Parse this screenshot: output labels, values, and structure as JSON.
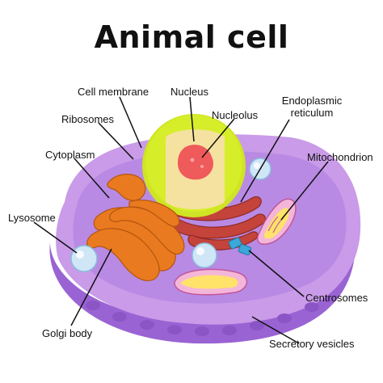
{
  "title": "Animal cell",
  "labels": {
    "cell_membrane": "Cell membrane",
    "nucleus": "Nucleus",
    "ribosomes": "Ribosomes",
    "nucleolus": "Nucleolus",
    "endoplasmic_reticulum": "Endoplasmic reticulum",
    "cytoplasm": "Cytoplasm",
    "mitochondrion": "Mitochondrion",
    "lysosome": "Lysosome",
    "centrosomes": "Centrosomes",
    "golgi_body": "Golgi body",
    "secretory_vesicles": "Secretory vesicles"
  },
  "colors": {
    "cell_outer": "#c99be8",
    "cell_inner": "#b07fe0",
    "cell_rim": "#9a63d3",
    "nucleus": "#d6ee2a",
    "nucleus_inner": "#f5e2a0",
    "nucleolus": "#ef5a5a",
    "golgi": "#e97a1f",
    "er": "#c4433b",
    "mito_outer": "#f4b6d8",
    "mito_inner": "#ffe26a",
    "lysosome": "#cfe6f7",
    "centrosome": "#3aa8d8",
    "vesicle": "#8a55c5"
  }
}
